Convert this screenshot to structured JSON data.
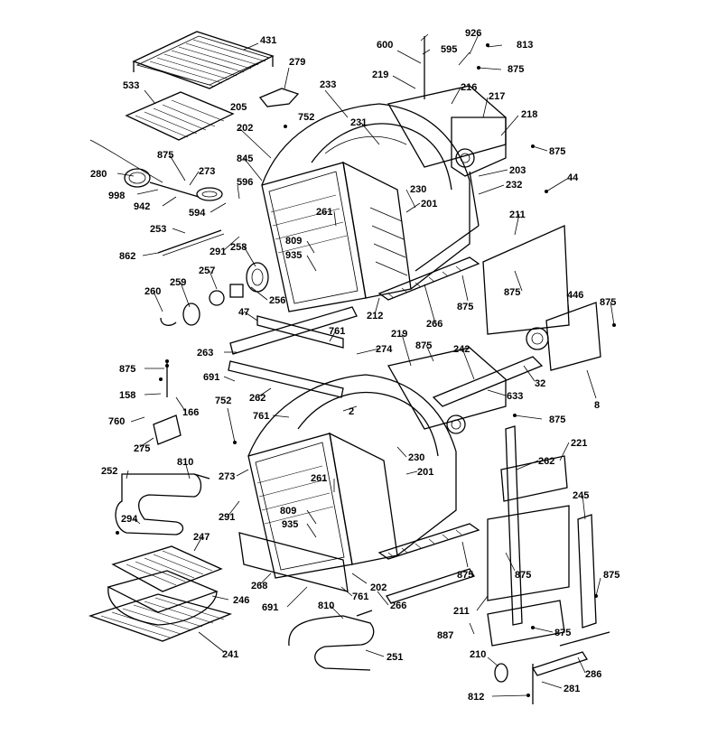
{
  "diagram": {
    "labels": {
      "l431": "431",
      "l279": "279",
      "l533": "533",
      "l205": "205",
      "l752a": "752",
      "l233": "233",
      "l600": "600",
      "l926": "926",
      "l595": "595",
      "l813": "813",
      "l875a": "875",
      "l219a": "219",
      "l216": "216",
      "l217": "217",
      "l218": "218",
      "l875b": "875",
      "l231": "231",
      "l202a": "202",
      "l875c": "875",
      "l845": "845",
      "l280": "280",
      "l273a": "273",
      "l203": "203",
      "l44": "44",
      "l232": "232",
      "l998": "998",
      "l942": "942",
      "l594": "594",
      "l596": "596",
      "l230a": "230",
      "l201a": "201",
      "l261a": "261",
      "l211a": "211",
      "l253": "253",
      "l291a": "291",
      "l809a": "809",
      "l862": "862",
      "l258": "258",
      "l935a": "935",
      "l875d": "875",
      "l257": "257",
      "l259": "259",
      "l260": "260",
      "l256": "256",
      "l875e": "875",
      "l446": "446",
      "l875f": "875",
      "l212": "212",
      "l266a": "266",
      "l47": "47",
      "l761a": "761",
      "l263": "263",
      "l274": "274",
      "l219b": "219",
      "l875g": "875",
      "l242": "242",
      "l875h": "875",
      "l691a": "691",
      "l32": "32",
      "l158": "158",
      "l633": "633",
      "l8": "8",
      "l166": "166",
      "l262a": "262",
      "l752b": "752",
      "l761b": "761",
      "l2": "2",
      "l760": "760",
      "l875i": "875",
      "l275": "275",
      "l221": "221",
      "l810a": "810",
      "l230b": "230",
      "l252": "252",
      "l273b": "273",
      "l201b": "201",
      "l262b": "262",
      "l261b": "261",
      "l245": "245",
      "l291b": "291",
      "l809b": "809",
      "l294": "294",
      "l935b": "935",
      "l247": "247",
      "l875j": "875",
      "l875k": "875",
      "l875l": "875",
      "l268": "268",
      "l202b": "202",
      "l761c": "761",
      "l246": "246",
      "l691b": "691",
      "l810b": "810",
      "l266b": "266",
      "l211b": "211",
      "l887": "887",
      "l875m": "875",
      "l241": "241",
      "l251": "251",
      "l210": "210",
      "l286": "286",
      "l812": "812",
      "l281": "281"
    }
  }
}
